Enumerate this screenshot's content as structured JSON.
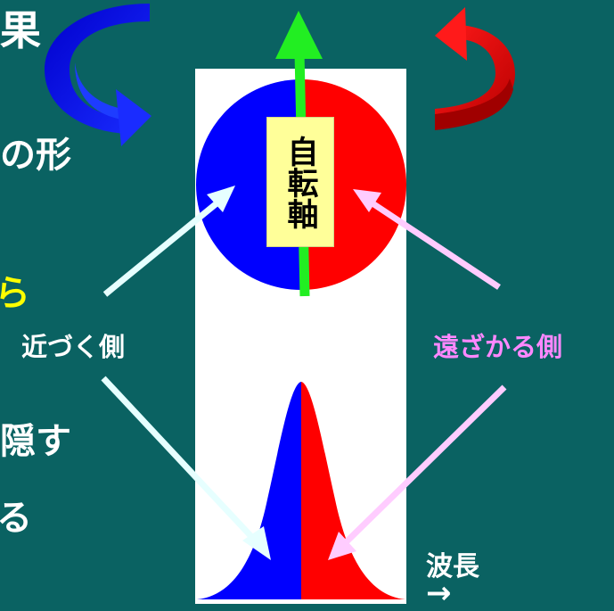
{
  "bullets": {
    "title_fragment": "果",
    "line_shape": "の形",
    "line_yellow": "ら",
    "line_hide": "隠す",
    "line_ru": "る"
  },
  "diagram": {
    "axis_label": "自転軸",
    "approaching_label": "近づく側",
    "receding_label": "遠ざかる側",
    "wavelength_label": "波長",
    "wavelength_arrow": "→"
  },
  "colors": {
    "background": "#0a6262",
    "approaching": "#0000ff",
    "receding": "#ff0000",
    "axis": "#22ee22",
    "axis_box": "#ffff99",
    "approach_arrow": "#e6ffff",
    "recede_arrow": "#ffccff",
    "recede_text": "#ff88ff"
  }
}
